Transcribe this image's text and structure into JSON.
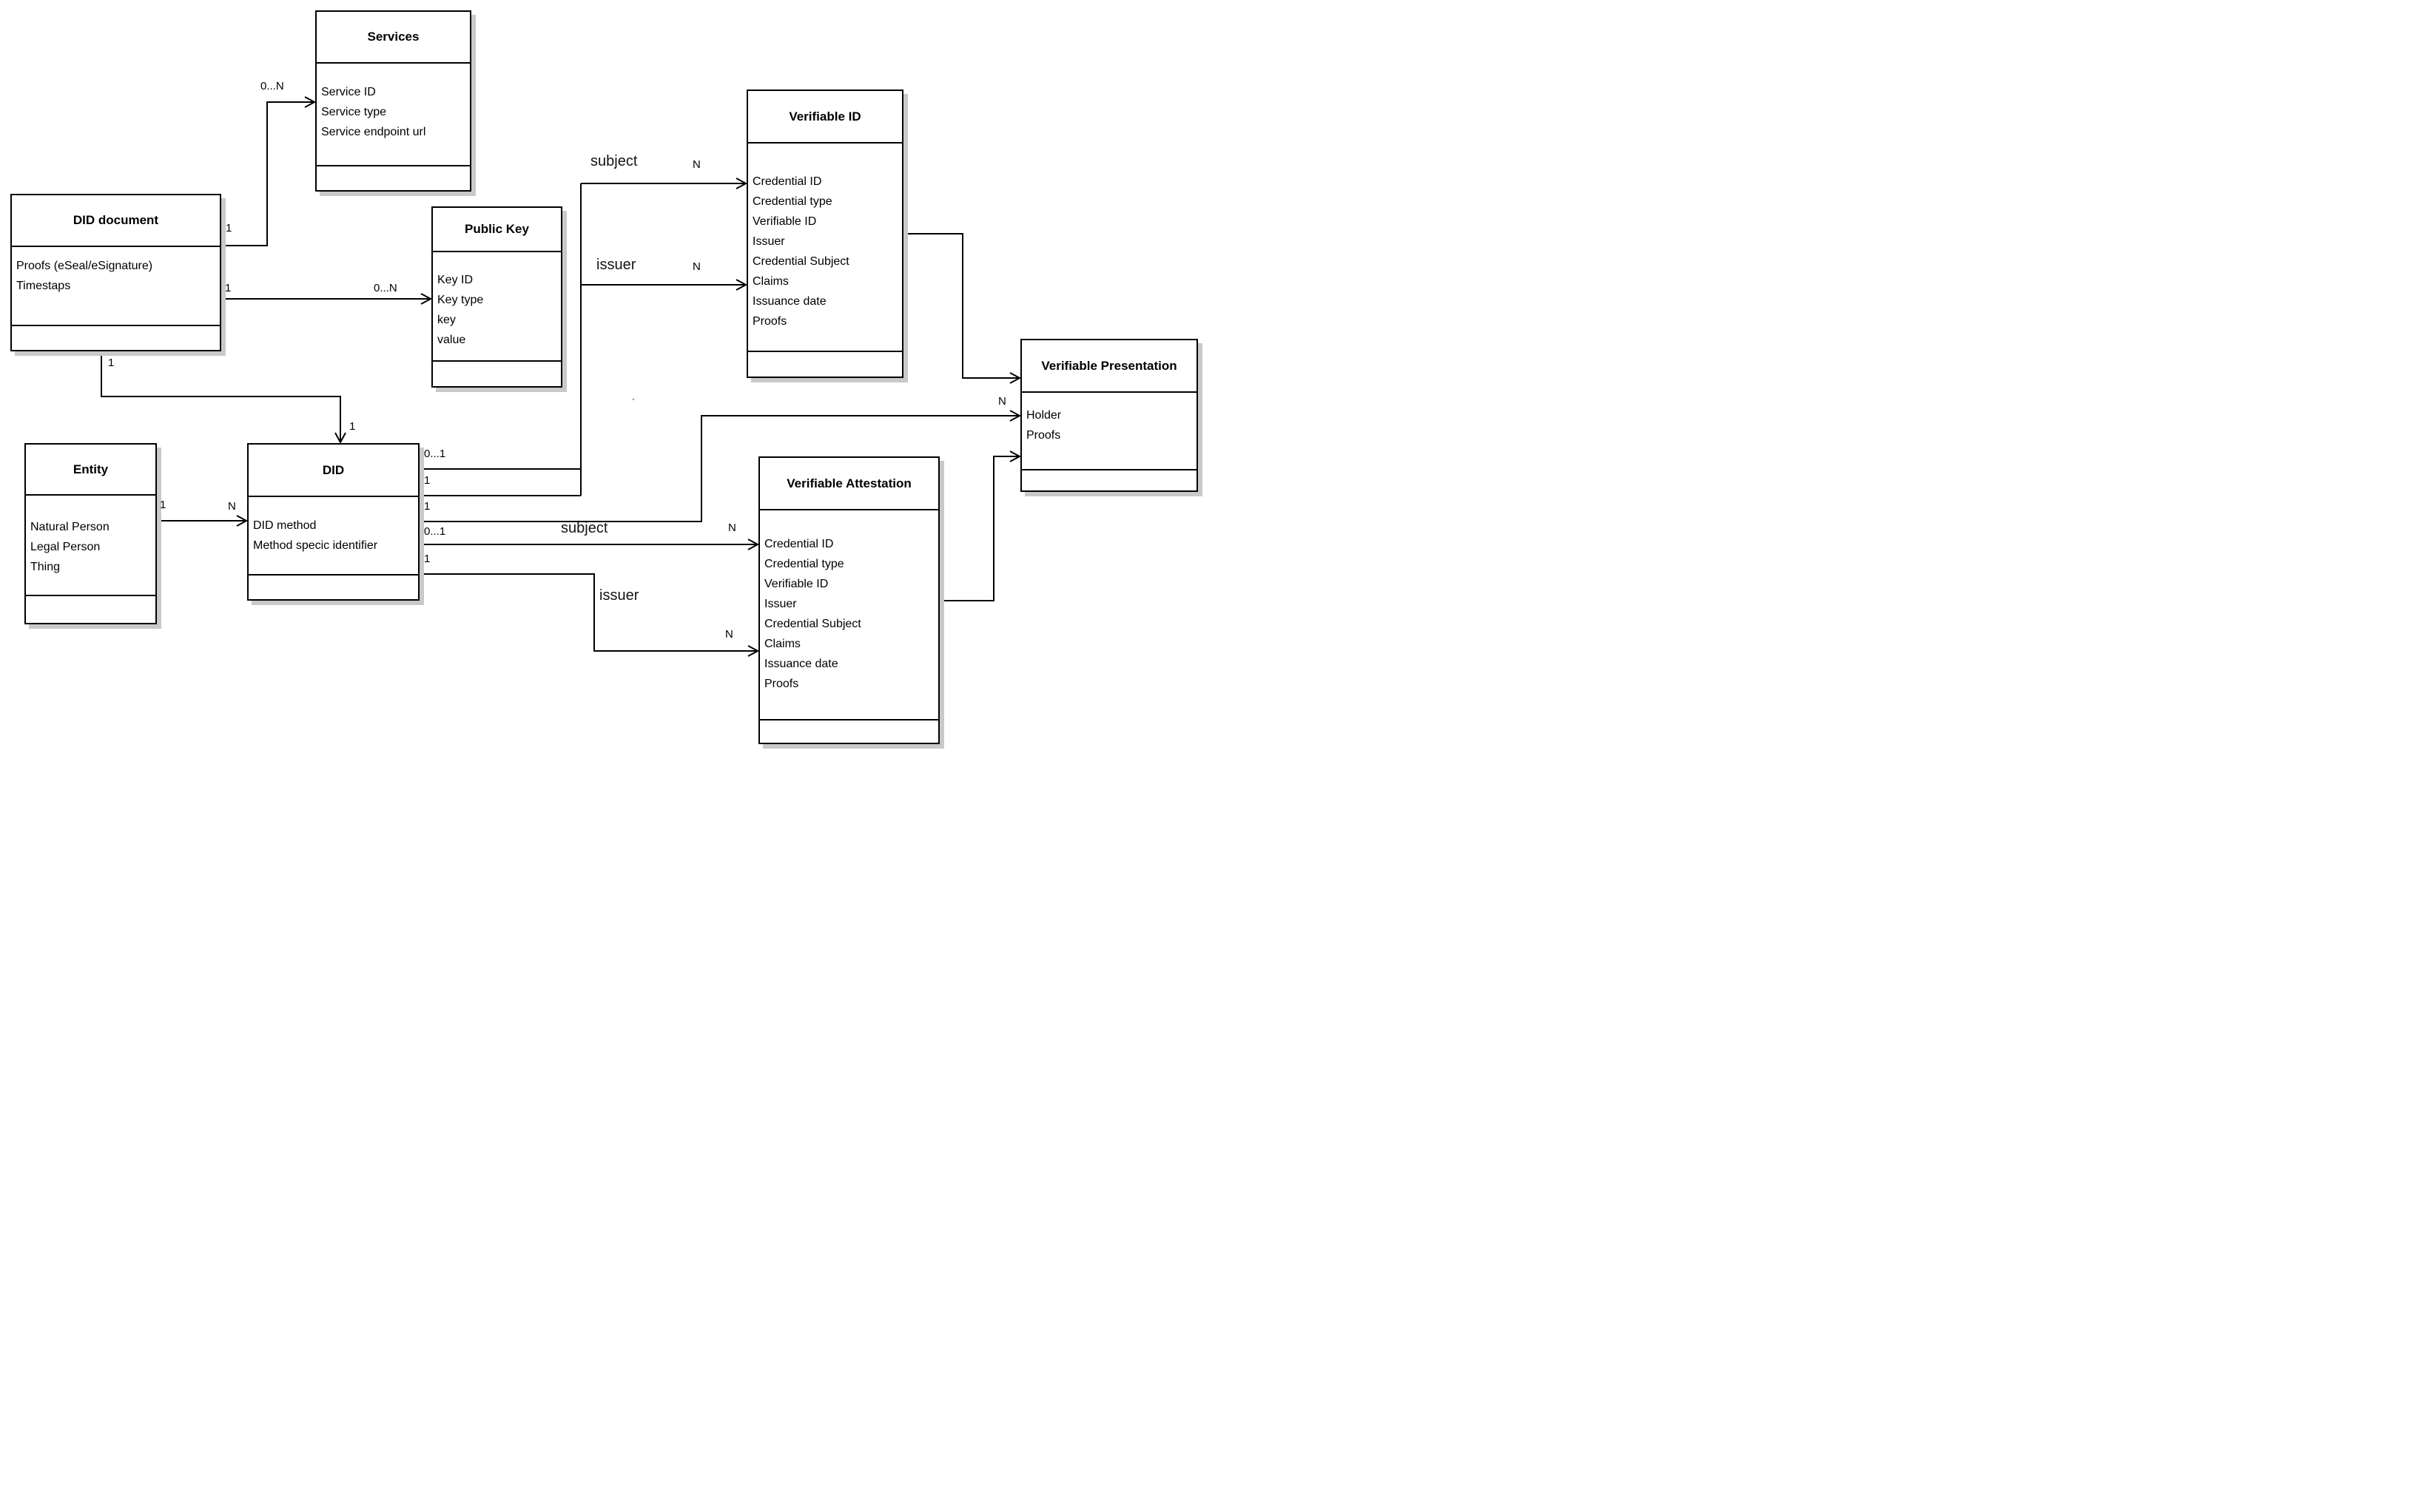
{
  "diagram": {
    "classes": [
      {
        "id": "services",
        "title": "Services",
        "fields": [
          "Service ID",
          "Service type",
          "Service endpoint url"
        ]
      },
      {
        "id": "did-document",
        "title": "DID document",
        "fields": [
          "Proofs (eSeal/eSignature)",
          "Timestaps"
        ]
      },
      {
        "id": "public-key",
        "title": "Public Key",
        "fields": [
          "Key ID",
          "Key type",
          "key",
          "value"
        ]
      },
      {
        "id": "verifiable-id",
        "title": "Verifiable ID",
        "fields": [
          "Credential ID",
          "Credential type",
          "Verifiable ID",
          "Issuer",
          "Credential Subject",
          "Claims",
          "Issuance date",
          "Proofs"
        ]
      },
      {
        "id": "entity",
        "title": "Entity",
        "fields": [
          "Natural Person",
          "Legal Person",
          "Thing"
        ]
      },
      {
        "id": "did",
        "title": "DID",
        "fields": [
          "DID method",
          "Method specic identifier"
        ]
      },
      {
        "id": "verifiable-attestation",
        "title": "Verifiable Attestation",
        "fields": [
          "Credential ID",
          "Credential type",
          "Verifiable ID",
          "Issuer",
          "Credential Subject",
          "Claims",
          "Issuance date",
          "Proofs"
        ]
      },
      {
        "id": "verifiable-presentation",
        "title": "Verifiable Presentation",
        "fields": [
          "Holder",
          "Proofs"
        ]
      }
    ],
    "labels": {
      "doc_services_source": "1",
      "doc_services_target": "0...N",
      "doc_key_source": "1",
      "doc_key_target": "0...N",
      "doc_did_source": "1",
      "doc_did_target": "1",
      "entity_did_source": "1",
      "entity_did_target": "N",
      "did_r1": "0...1",
      "did_r2": "1",
      "did_r3": "1",
      "did_r4": "0...1",
      "did_r5": "1",
      "vid_subject_role": "subject",
      "vid_subject_mult": "N",
      "vid_issuer_role": "issuer",
      "vid_issuer_mult": "N",
      "va_subject_role": "subject",
      "va_subject_mult": "N",
      "va_issuer_role": "issuer",
      "va_issuer_mult": "N",
      "vp_holder_mult": "N",
      "stray_mark": "´"
    },
    "colors": {
      "line": "#000000",
      "shadow": "#c9c9c9",
      "background": "#ffffff"
    }
  }
}
